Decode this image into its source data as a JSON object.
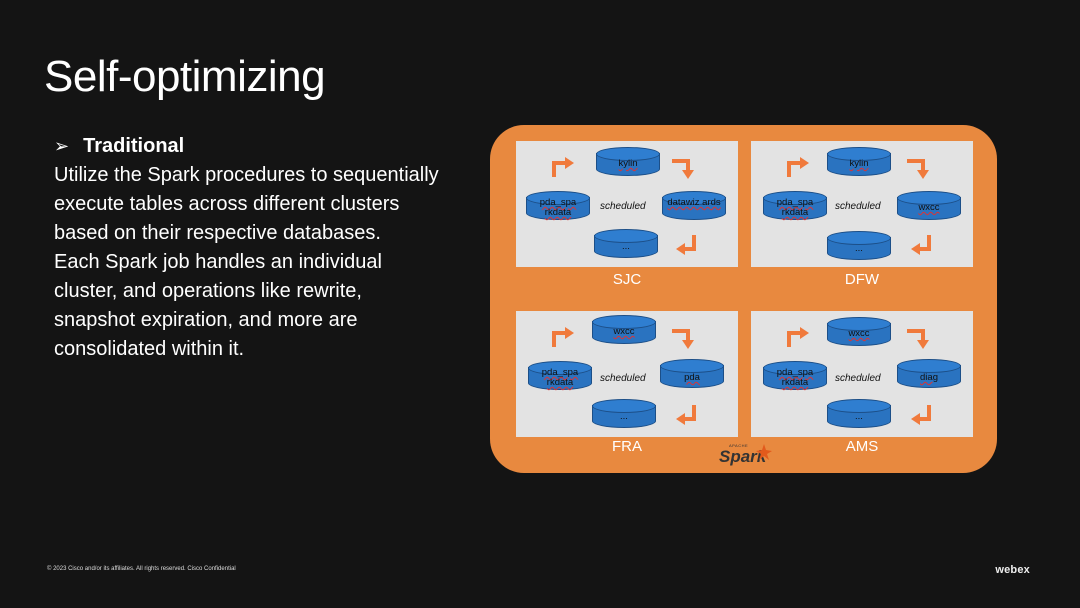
{
  "slide": {
    "title": "Self-optimizing",
    "bullet_heading": "Traditional",
    "paragraphs": [
      "Utilize the Spark procedures to sequentially execute tables across different clusters based on their respective databases.",
      "Each Spark job handles an individual cluster, and operations like rewrite, snapshot expiration, and more are consolidated within it."
    ],
    "footer": "© 2023 Cisco and/or its affiliates. All rights reserved. Cisco Confidential",
    "brand": "webex"
  },
  "diagram": {
    "center_label": "scheduled",
    "logo_apache": "APACHE",
    "logo_word": "Spark",
    "colors": {
      "background": "#e8893f",
      "panel": "#e3e3e3",
      "cylinder": "#2a73c0",
      "arrow": "#f07a3c"
    },
    "clusters": [
      {
        "region": "SJC",
        "top": "kylin",
        "left": "pda_spa rkdata",
        "right": "datawiz ards",
        "bottom": "..."
      },
      {
        "region": "DFW",
        "top": "kylin",
        "left": "pda_spa rkdata",
        "right": "wxcc",
        "bottom": "..."
      },
      {
        "region": "FRA",
        "top": "wxcc",
        "left": "pda_spa rkdata",
        "right": "pda",
        "bottom": "..."
      },
      {
        "region": "AMS",
        "top": "wxcc",
        "left": "pda_spa rkdata",
        "right": "diag",
        "bottom": "..."
      }
    ]
  }
}
